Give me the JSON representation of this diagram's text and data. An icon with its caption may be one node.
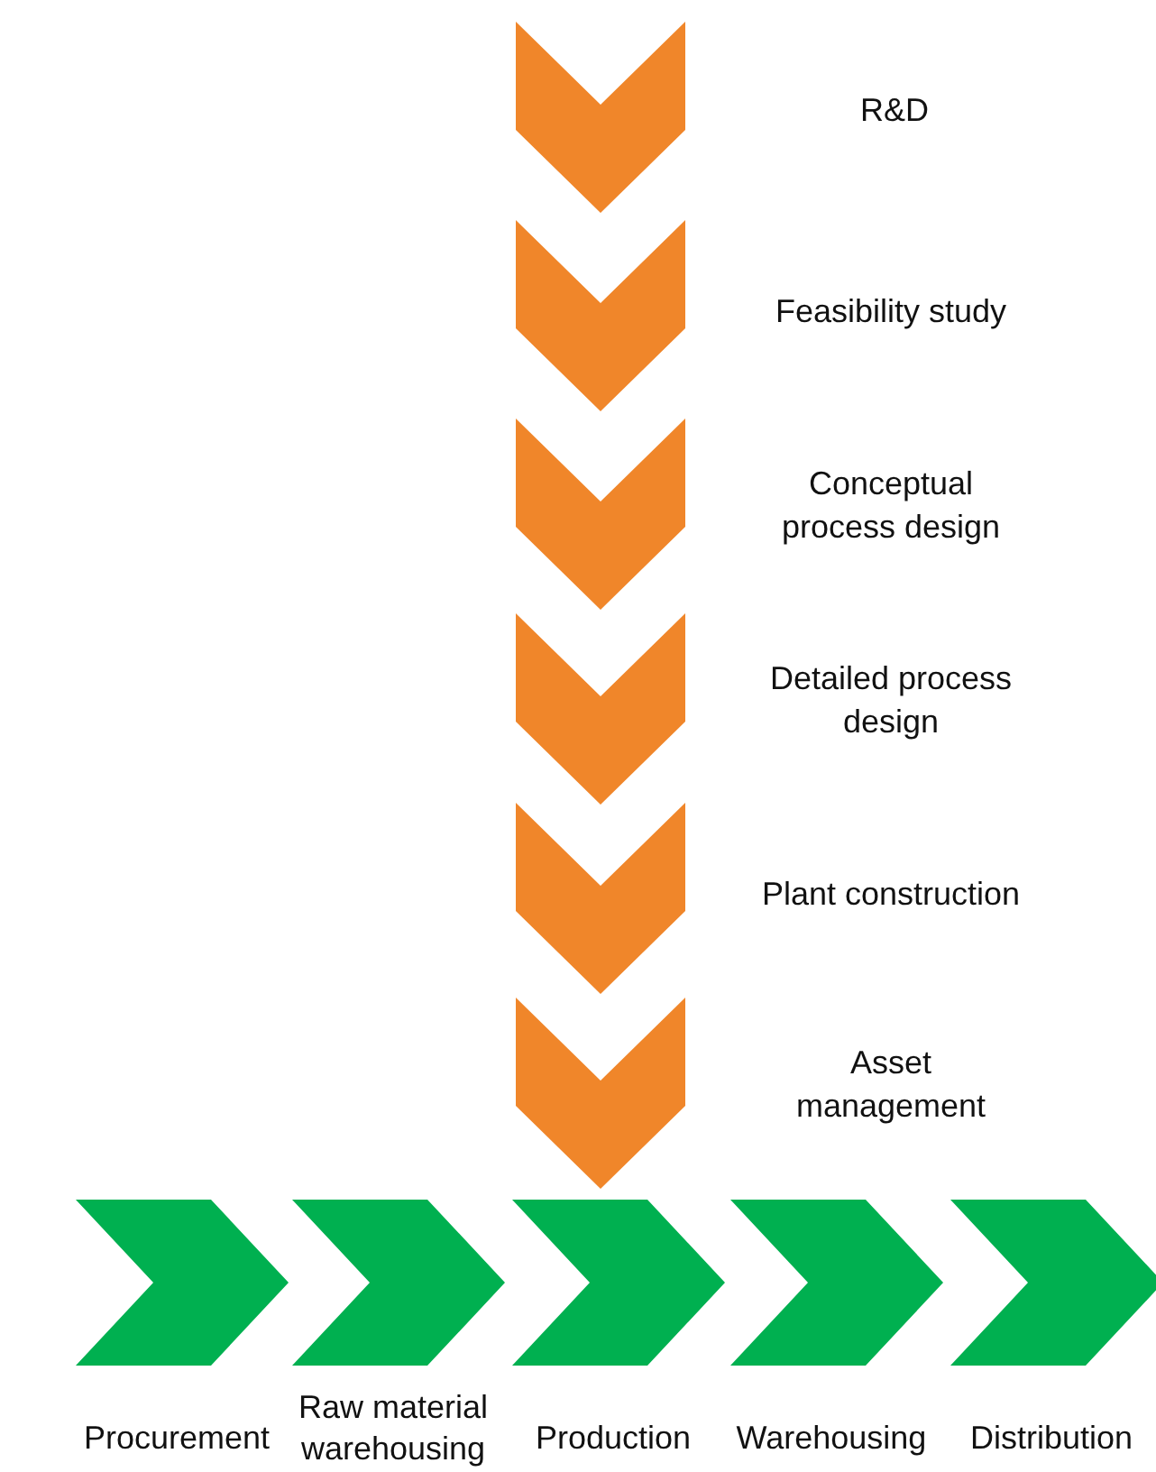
{
  "diagram": {
    "nodes": [
      {
        "text": [],
        "shape": "chevron"
      },
      {
        "text": [],
        "shape": "chevron",
        "beside": [
          "Feasibility study"
        ]
      },
      {
        "text": [],
        "shape": "chevron",
        "beside": [
          "Conceptual process design"
        ]
      },
      {
        "text": [],
        "shape": "chevron",
        "beside": [
          "Detailed process design"
        ]
      },
      {
        "text": [],
        "shape": "chevron",
        "beside": [
          "Plant construction"
        ]
      },
      {
        "text": [],
        "shape": "chevron",
        "beside": [
          "Asset management"
        ]
      },
      {
        "text": [],
        "shape": "chevron",
        "beside": [
          "Procurement"
        ]
      },
      {
        "text": [],
        "shape": "chevron",
        "beside": [
          "Raw material warehousing"
        ]
      },
      {
        "text": [],
        "shape": "chevron",
        "beside": [
          "Production"
        ]
      },
      {
        "text": [],
        "shape": "chevron",
        "beside": [
          "Warehousing"
        ]
      },
      {
        "text": [],
        "shape": "chevron",
        "beside": [
          "Distribution"
        ]
      }
    ],
    "labels": [
      "R&D"
    ]
  }
}
